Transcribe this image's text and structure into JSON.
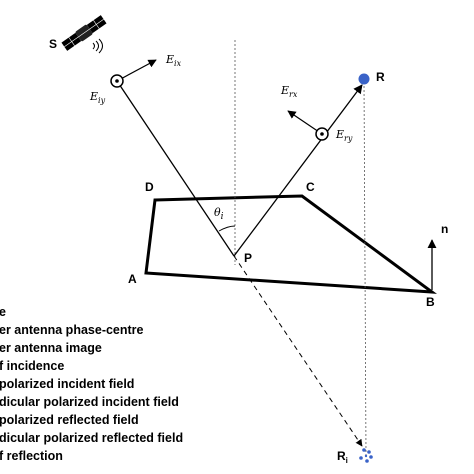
{
  "points": {
    "satellite": "S",
    "receiver": "R",
    "reflection_point": "P",
    "corner_a": "A",
    "corner_b": "B",
    "corner_c": "C",
    "corner_d": "D",
    "normal": "n",
    "image_base": "R",
    "image_sub": "i"
  },
  "fields": {
    "e_ix_base": "E",
    "e_ix_sub": "ix",
    "e_iy_base": "E",
    "e_iy_sub": "iy",
    "e_rx_base": "E",
    "e_rx_sub": "rx",
    "e_ry_base": "E",
    "e_ry_sub": "ry"
  },
  "angle": {
    "base": "θ",
    "sub": "i"
  },
  "legend": [
    "e",
    "er antenna phase-centre",
    "er antenna image",
    "f incidence",
    " polarized incident field",
    "dicular polarized incident field",
    " polarized reflected field",
    "dicular polarized reflected field",
    "f reflection"
  ],
  "colors": {
    "ink": "#000000",
    "receiver_dot": "#3a63c8",
    "image_dot": "#3a63c8"
  }
}
